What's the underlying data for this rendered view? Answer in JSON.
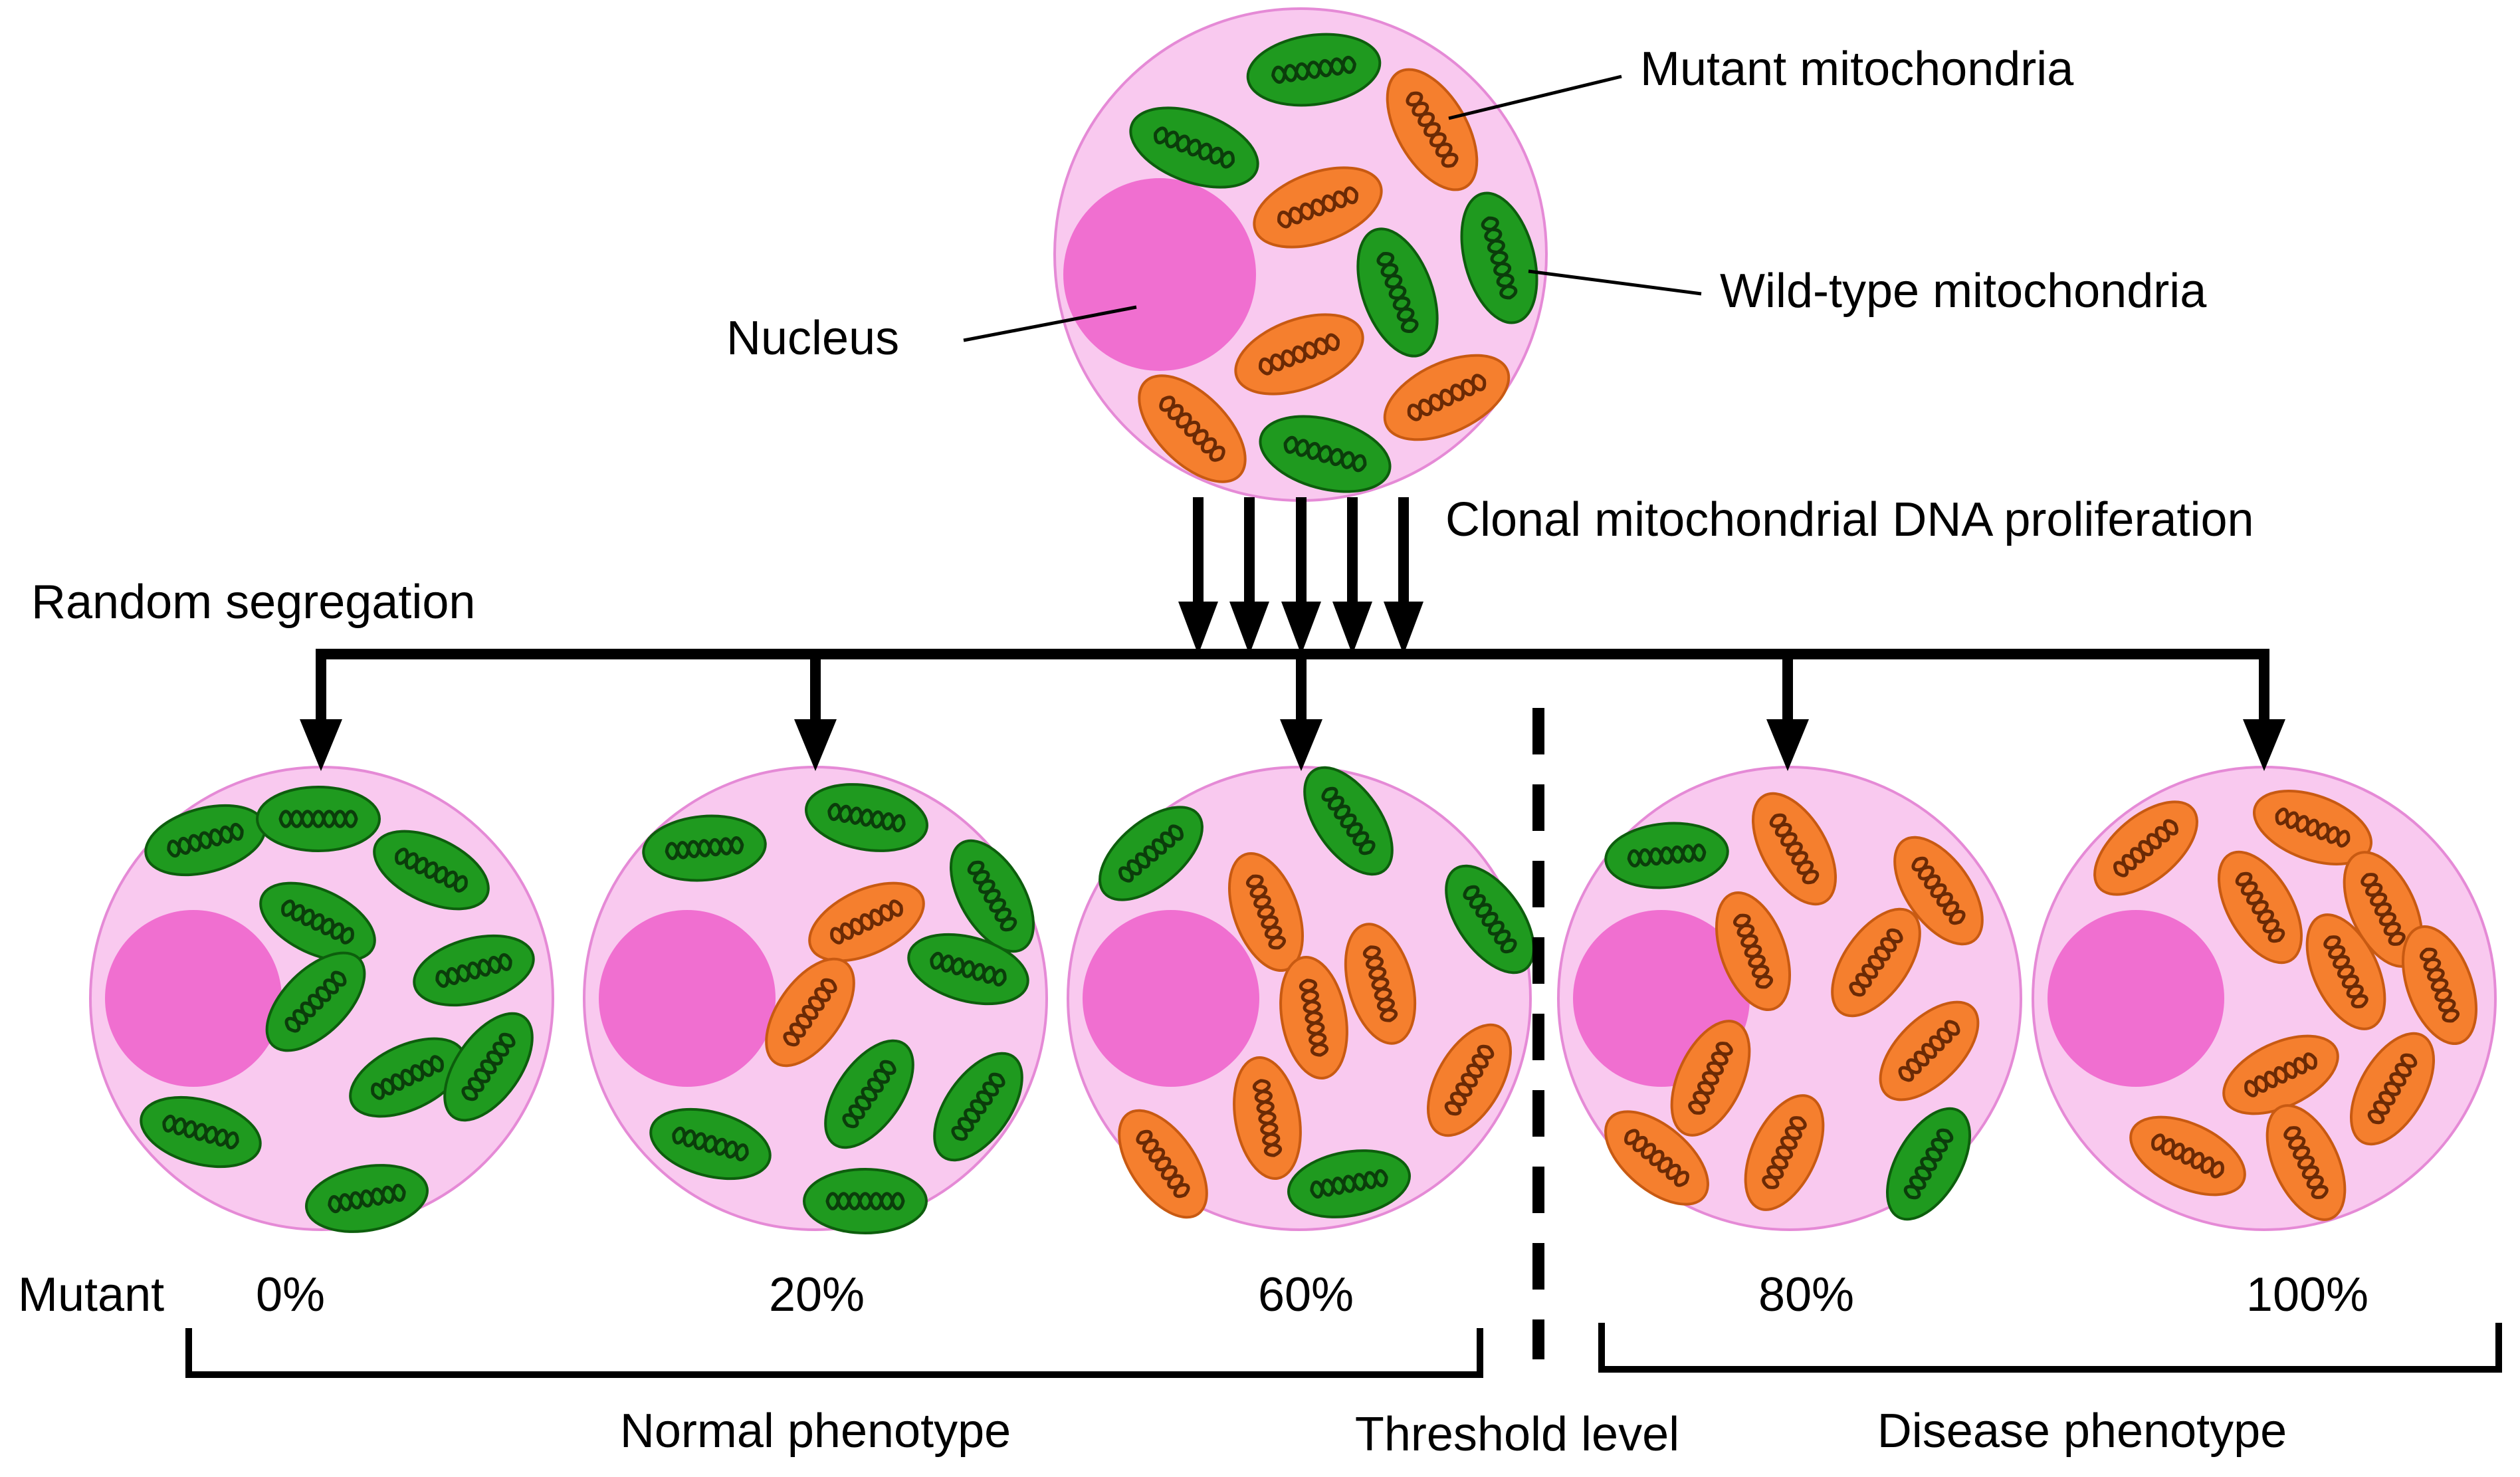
{
  "labels": {
    "mutant_mito": "Mutant mitochondria",
    "wildtype_mito": "Wild-type mitochondria",
    "nucleus": "Nucleus",
    "clonal": "Clonal mitochondrial DNA proliferation",
    "random_seg": "Random segregation",
    "mutant_row": "Mutant",
    "normal_phenotype": "Normal phenotype",
    "threshold": "Threshold level",
    "disease_phenotype": "Disease phenotype"
  },
  "cells": [
    {
      "pct": "0%",
      "mutant_fraction": 0.0
    },
    {
      "pct": "20%",
      "mutant_fraction": 0.2
    },
    {
      "pct": "60%",
      "mutant_fraction": 0.6
    },
    {
      "pct": "80%",
      "mutant_fraction": 0.8
    },
    {
      "pct": "100%",
      "mutant_fraction": 1.0
    }
  ],
  "colors": {
    "cell_fill": "#f9c9ef",
    "cell_stroke": "#e58ad6",
    "nucleus": "#f06fd0",
    "wildtype_fill": "#1f9a1f",
    "wildtype_stroke": "#0d5e0d",
    "wildtype_crista": "#0b3d0b",
    "mutant_fill": "#f57f2e",
    "mutant_stroke": "#c85a12",
    "mutant_crista": "#6b2a05"
  }
}
